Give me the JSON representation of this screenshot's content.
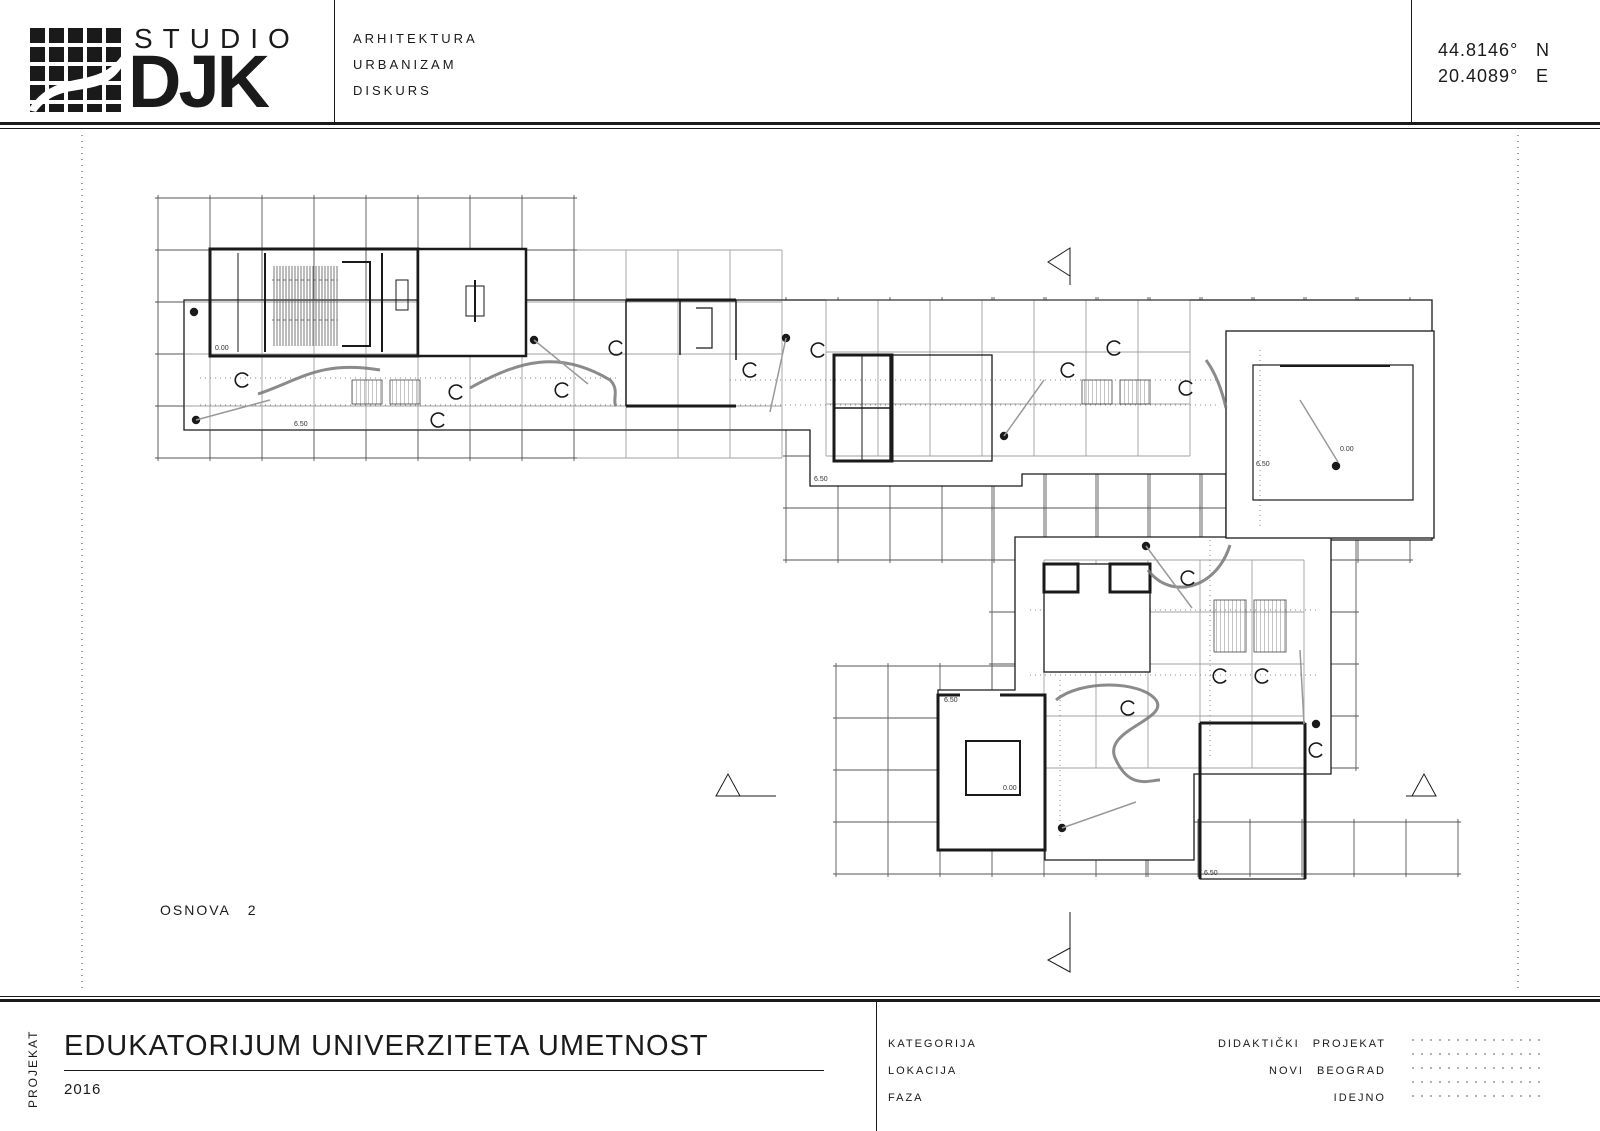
{
  "header": {
    "logo_top": "STUDIO",
    "logo_main": "DJK",
    "taglines": [
      "ARHITEKTURA",
      "URBANIZAM",
      "DISKURS"
    ],
    "coordinates": [
      {
        "value": "44.8146°",
        "dir": "N"
      },
      {
        "value": "20.4089°",
        "dir": "E"
      }
    ]
  },
  "plan": {
    "label": "OSNOVA   2",
    "dimension_labels": [
      "6.50",
      "6.50",
      "6.50",
      "6.50",
      "6.50"
    ],
    "level_labels": [
      "0.00",
      "0.00",
      "0.00"
    ]
  },
  "footer": {
    "vertical_label": "PROJEKAT",
    "title": "EDUKATORIJUM UNIVERZITETA UMETNOST",
    "year": "2016",
    "meta": [
      {
        "key": "KATEGORIJA",
        "value": "DIDAKTIČKI PROJEKAT"
      },
      {
        "key": "LOKACIJA",
        "value": "NOVI BEOGRAD"
      },
      {
        "key": "FAZA",
        "value": "IDEJNO"
      }
    ]
  },
  "colors": {
    "ink": "#1a1a1a",
    "grid": "#5a5a5a",
    "paper": "#ffffff",
    "hatch": "#9a9a9a"
  }
}
